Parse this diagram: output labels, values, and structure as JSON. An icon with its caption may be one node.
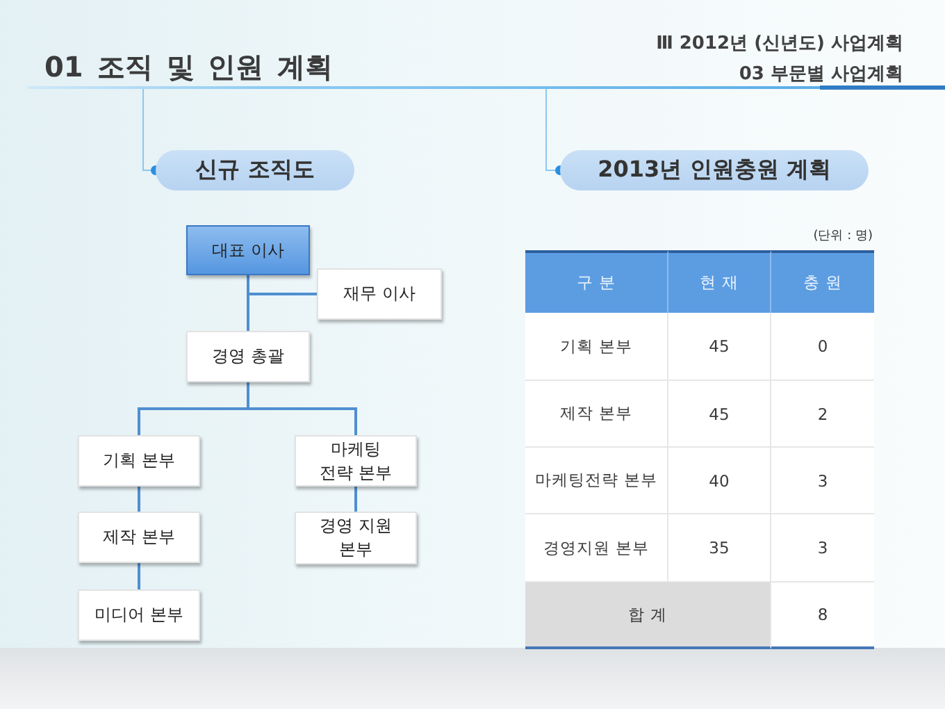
{
  "diagram": {
    "title": "01 조직 및 인원 계획",
    "nodes": [
      {
        "text": [
          "신규 조직도"
        ]
      },
      {
        "text": [
          "2013년 인원충원 계획"
        ]
      },
      {
        "text": [
          "대표 이사"
        ]
      },
      {
        "text": [
          "재무 이사"
        ]
      },
      {
        "text": [
          "경영 총괄"
        ]
      },
      {
        "text": [
          "기획 본부"
        ]
      },
      {
        "text": [
          "마케팅 전략 본부"
        ]
      },
      {
        "text": [
          "제작 본부"
        ]
      },
      {
        "text": [
          "경영 지원 본부"
        ]
      },
      {
        "text": [
          "미디어 본부"
        ]
      }
    ],
    "edges": [
      {
        "from": null,
        "to": 0,
        "arrow": "other",
        "color": "#8cc8ee"
      },
      {
        "from": null,
        "to": 1,
        "arrow": "other",
        "color": "#8cc8ee"
      },
      {
        "from": 2,
        "to": 3,
        "arrow": "none"
      },
      {
        "from": 2,
        "to": 4,
        "arrow": "none"
      },
      {
        "from": 4,
        "to": 5,
        "arrow": "none"
      },
      {
        "from": 4,
        "to": 6,
        "arrow": "none"
      },
      {
        "from": 5,
        "to": 7,
        "arrow": "none"
      },
      {
        "from": 7,
        "to": 9,
        "arrow": "none"
      },
      {
        "from": 6,
        "to": 8,
        "arrow": "none"
      }
    ],
    "labels": [
      "Ⅲ 2012년 (신년도) 사업계획",
      "03 부문별 사업계획",
      "(단위 : 명)",
      "구 분",
      "현 재",
      "충 원",
      "기획 본부",
      "45",
      "0",
      "제작 본부",
      "45",
      "2",
      "마케팅전략 본부",
      "40",
      "3",
      "경영지원 본부",
      "35",
      "3",
      "합 계",
      "8"
    ]
  }
}
